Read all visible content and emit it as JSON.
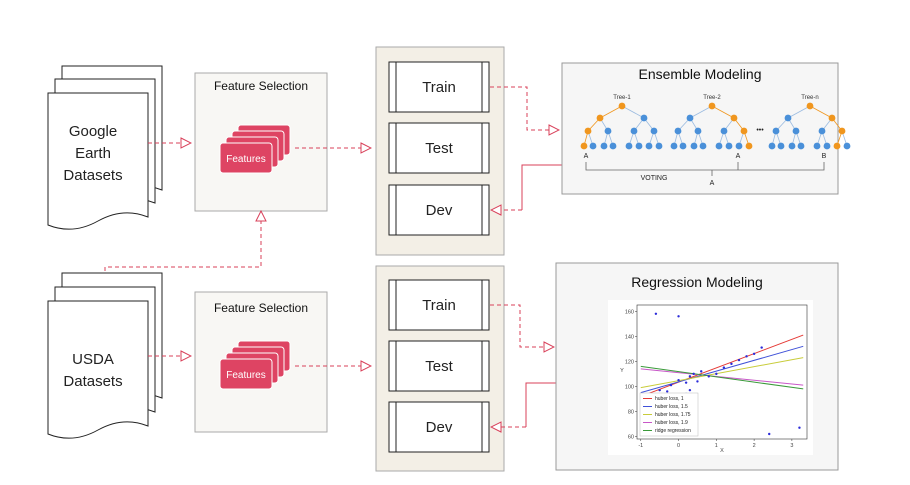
{
  "sources": [
    {
      "id": "google",
      "lines": [
        "Google",
        "Earth",
        "Datasets"
      ]
    },
    {
      "id": "usda",
      "lines": [
        "USDA",
        "Datasets"
      ]
    }
  ],
  "feature_selection": {
    "title": "Feature Selection",
    "features_label": "Features"
  },
  "splits": [
    "Train",
    "Test",
    "Dev"
  ],
  "ensemble": {
    "title": "Ensemble Modeling",
    "trees": [
      "Tree-1",
      "Tree-2",
      "Tree-n"
    ],
    "ellipsis": "•••",
    "leaf_labels": [
      "A",
      "A",
      "B"
    ],
    "voting_label": "VOTING",
    "result": "A"
  },
  "regression": {
    "title": "Regression Modeling",
    "ylabel": "Y",
    "xlabel": "X",
    "x_ticks": [
      "-1",
      "0",
      "1",
      "2",
      "3"
    ],
    "y_ticks": [
      "60",
      "80",
      "100",
      "120",
      "140",
      "160"
    ],
    "legend": [
      "huber loss, 1",
      "huber loss, 1.5",
      "huber loss, 1.75",
      "huber loss, 1.9",
      "ridge regression"
    ]
  },
  "colors": {
    "arrow": "#d9405a",
    "features": "#de4463",
    "orange_node": "#f0961e",
    "blue_node": "#4a90d9",
    "panel": "#f3efe6"
  },
  "chart_data": {
    "type": "scatter",
    "xlabel": "X",
    "ylabel": "Y",
    "xlim": [
      -1.1,
      3.4
    ],
    "ylim": [
      58,
      165
    ],
    "points": [
      [
        -0.6,
        158
      ],
      [
        0.0,
        156
      ],
      [
        -0.8,
        93
      ],
      [
        -0.5,
        97
      ],
      [
        -0.3,
        96
      ],
      [
        0.0,
        105
      ],
      [
        0.2,
        103
      ],
      [
        0.3,
        108
      ],
      [
        0.4,
        110
      ],
      [
        0.3,
        97
      ],
      [
        0.2,
        94
      ],
      [
        0.6,
        112
      ],
      [
        0.8,
        108
      ],
      [
        1.0,
        110
      ],
      [
        1.4,
        118
      ],
      [
        1.6,
        121
      ],
      [
        1.8,
        124
      ],
      [
        2.0,
        126
      ],
      [
        2.2,
        131
      ],
      [
        2.4,
        62
      ],
      [
        3.2,
        67
      ],
      [
        0.5,
        104
      ],
      [
        -0.2,
        101
      ],
      [
        1.2,
        115
      ]
    ],
    "series": [
      {
        "name": "huber loss, 1",
        "color": "#e53935",
        "x": [
          -1,
          3.3
        ],
        "y": [
          92,
          141
        ]
      },
      {
        "name": "huber loss, 1.5",
        "color": "#3f51d8",
        "x": [
          -1,
          3.3
        ],
        "y": [
          95,
          132
        ]
      },
      {
        "name": "huber loss, 1.75",
        "color": "#c8cc3a",
        "x": [
          -1,
          3.3
        ],
        "y": [
          99,
          123
        ]
      },
      {
        "name": "huber loss, 1.9",
        "color": "#c857c8",
        "x": [
          -1,
          3.3
        ],
        "y": [
          114,
          101
        ]
      },
      {
        "name": "ridge regression",
        "color": "#3a9a3a",
        "x": [
          -1,
          3.3
        ],
        "y": [
          116,
          98
        ]
      }
    ]
  }
}
